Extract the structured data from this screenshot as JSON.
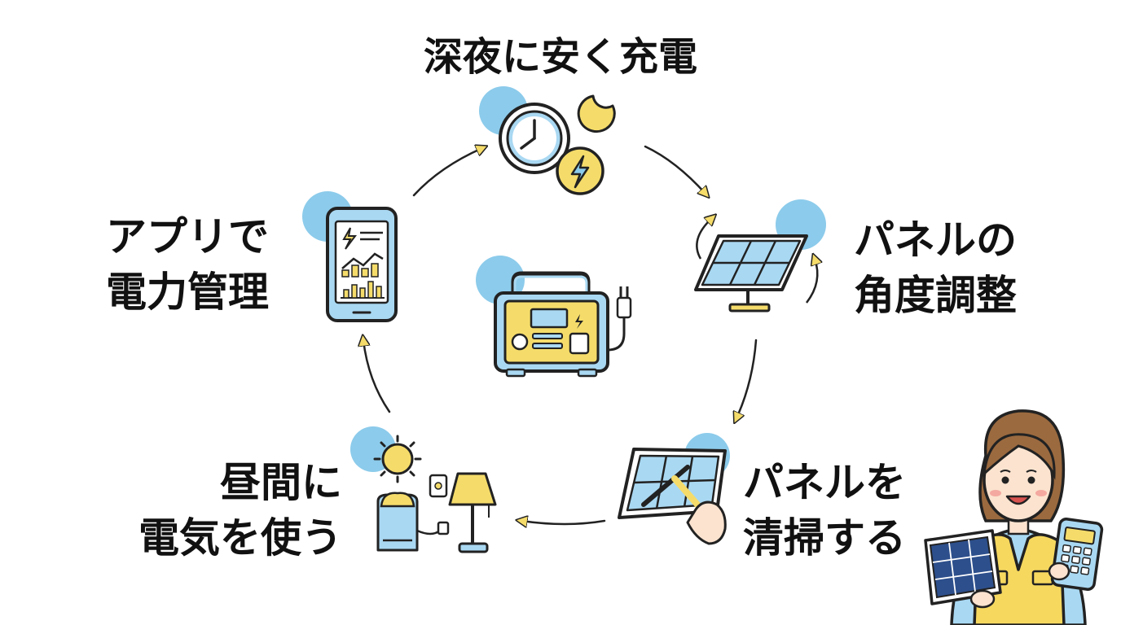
{
  "diagram": {
    "steps": [
      {
        "id": "night-charge",
        "lines": [
          "深夜に安く充電"
        ],
        "icon": "clock-moon-lightning-icon"
      },
      {
        "id": "panel-angle",
        "lines": [
          "パネルの",
          "角度調整"
        ],
        "icon": "solar-panel-rotate-icon"
      },
      {
        "id": "panel-clean",
        "lines": [
          "パネルを",
          "清掃する"
        ],
        "icon": "panel-squeegee-icon"
      },
      {
        "id": "daytime-use",
        "lines": [
          "昼間に",
          "電気を使う"
        ],
        "icon": "sun-appliances-icon"
      },
      {
        "id": "app-manage",
        "lines": [
          "アプリで",
          "電力管理"
        ],
        "icon": "smartphone-chart-icon"
      }
    ],
    "center_icon": "portable-power-station-icon",
    "character_icon": "woman-with-panel-calculator-icon",
    "colors": {
      "accent_blue": "#8ccbeb",
      "icon_fill_blue": "#a9d8f2",
      "accent_yellow": "#f5dc6a",
      "stroke": "#222222",
      "skin": "#fbe3cf",
      "hair": "#9b6a3f",
      "vest": "#f6d85f",
      "panel_blue": "#2d4f8c"
    }
  }
}
